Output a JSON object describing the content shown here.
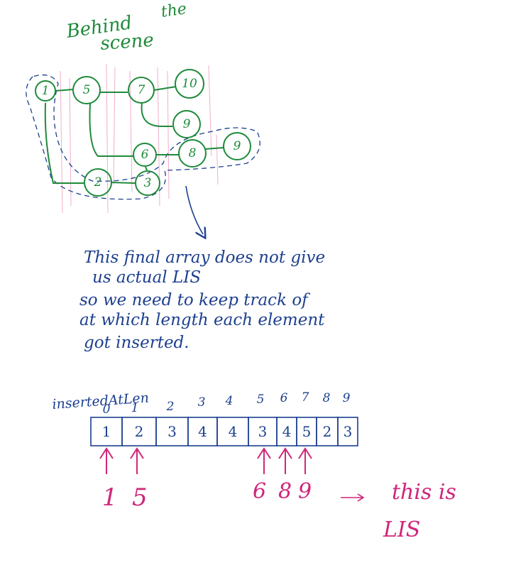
{
  "title": [
    "Behind",
    "the",
    "scene"
  ],
  "nodes": [
    {
      "label": "1"
    },
    {
      "label": "5"
    },
    {
      "label": "7"
    },
    {
      "label": "10"
    },
    {
      "label": "9"
    },
    {
      "label": "6"
    },
    {
      "label": "8"
    },
    {
      "label": "9"
    },
    {
      "label": "2"
    },
    {
      "label": "3"
    }
  ],
  "note_lines": [
    "This final array does not give",
    "us actual LIS",
    "so we need to keep track of",
    "at which length each element",
    "got inserted."
  ],
  "array_label": "insertedAtLen",
  "indices": [
    "0",
    "1",
    "2",
    "3",
    "4",
    "5",
    "6",
    "7",
    "8",
    "9"
  ],
  "cells": [
    "1",
    "2",
    "3",
    "4",
    "4",
    "3",
    "4",
    "5",
    "2",
    "3"
  ],
  "lis_values": [
    "1",
    "5",
    "6",
    "8",
    "9"
  ],
  "conclusion": [
    "this is",
    "LIS"
  ],
  "colors": {
    "green": "#1e8a3a",
    "blue": "#1c3f8f",
    "pink": "#d0267a"
  }
}
